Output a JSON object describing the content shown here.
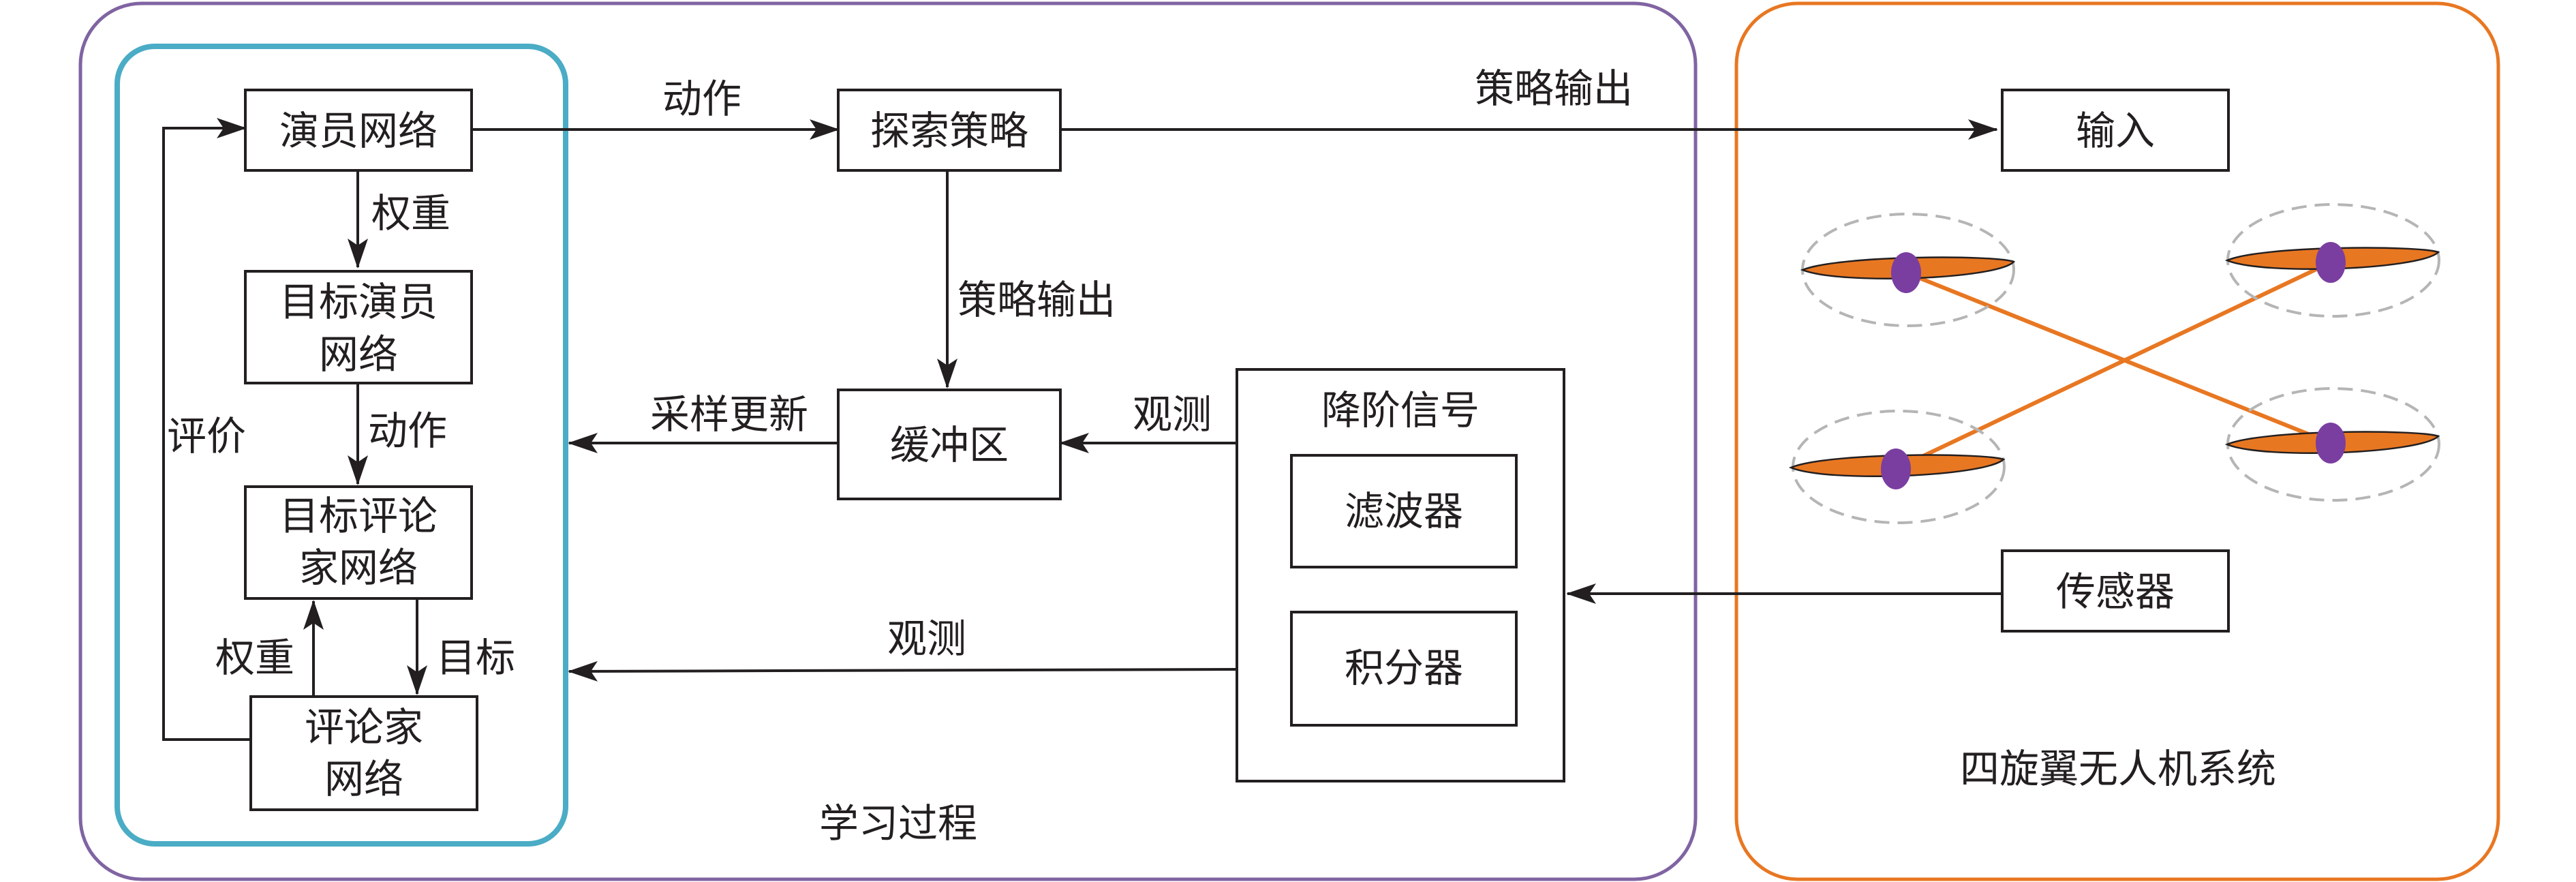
{
  "groups": {
    "learning": {
      "title": "学习过程",
      "color": "#8064a2"
    },
    "actor_critic": {
      "color": "#4bacc6"
    },
    "quadrotor": {
      "title": "四旋翼无人机系统",
      "color": "#e87722"
    }
  },
  "nodes": {
    "actor": "演员网络",
    "target_actor": [
      "目标演员",
      "网络"
    ],
    "target_critic": [
      "目标评论",
      "家网络"
    ],
    "critic": [
      "评论家",
      "网络"
    ],
    "explore": "探索策略",
    "buffer": "缓冲区",
    "reduced": "降阶信号",
    "filter": "滤波器",
    "integrator": "积分器",
    "input": "输入",
    "sensor": "传感器"
  },
  "edge_labels": {
    "action_top": "动作",
    "policy_out_top": "策略输出",
    "weight_top": "权重",
    "action_mid": "动作",
    "policy_out_down": "策略输出",
    "sample_update": "采样更新",
    "observe_buffer": "观测",
    "evaluate": "评价",
    "weight_bottom": "权重",
    "target": "目标",
    "observe_bottom": "观测"
  },
  "icons": [
    "quadrotor-propeller-icon"
  ]
}
